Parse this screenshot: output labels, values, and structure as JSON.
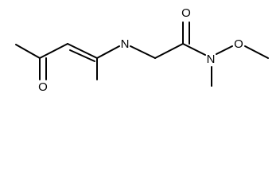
{
  "molecule": {
    "atoms": {
      "ketone_oxygen": "O",
      "amine_nitrogen": "N",
      "amide_oxygen": "O",
      "amide_nitrogen": "N",
      "methoxy_oxygen": "O"
    }
  },
  "colors": {
    "bond": "#000000",
    "background": "#ffffff"
  }
}
